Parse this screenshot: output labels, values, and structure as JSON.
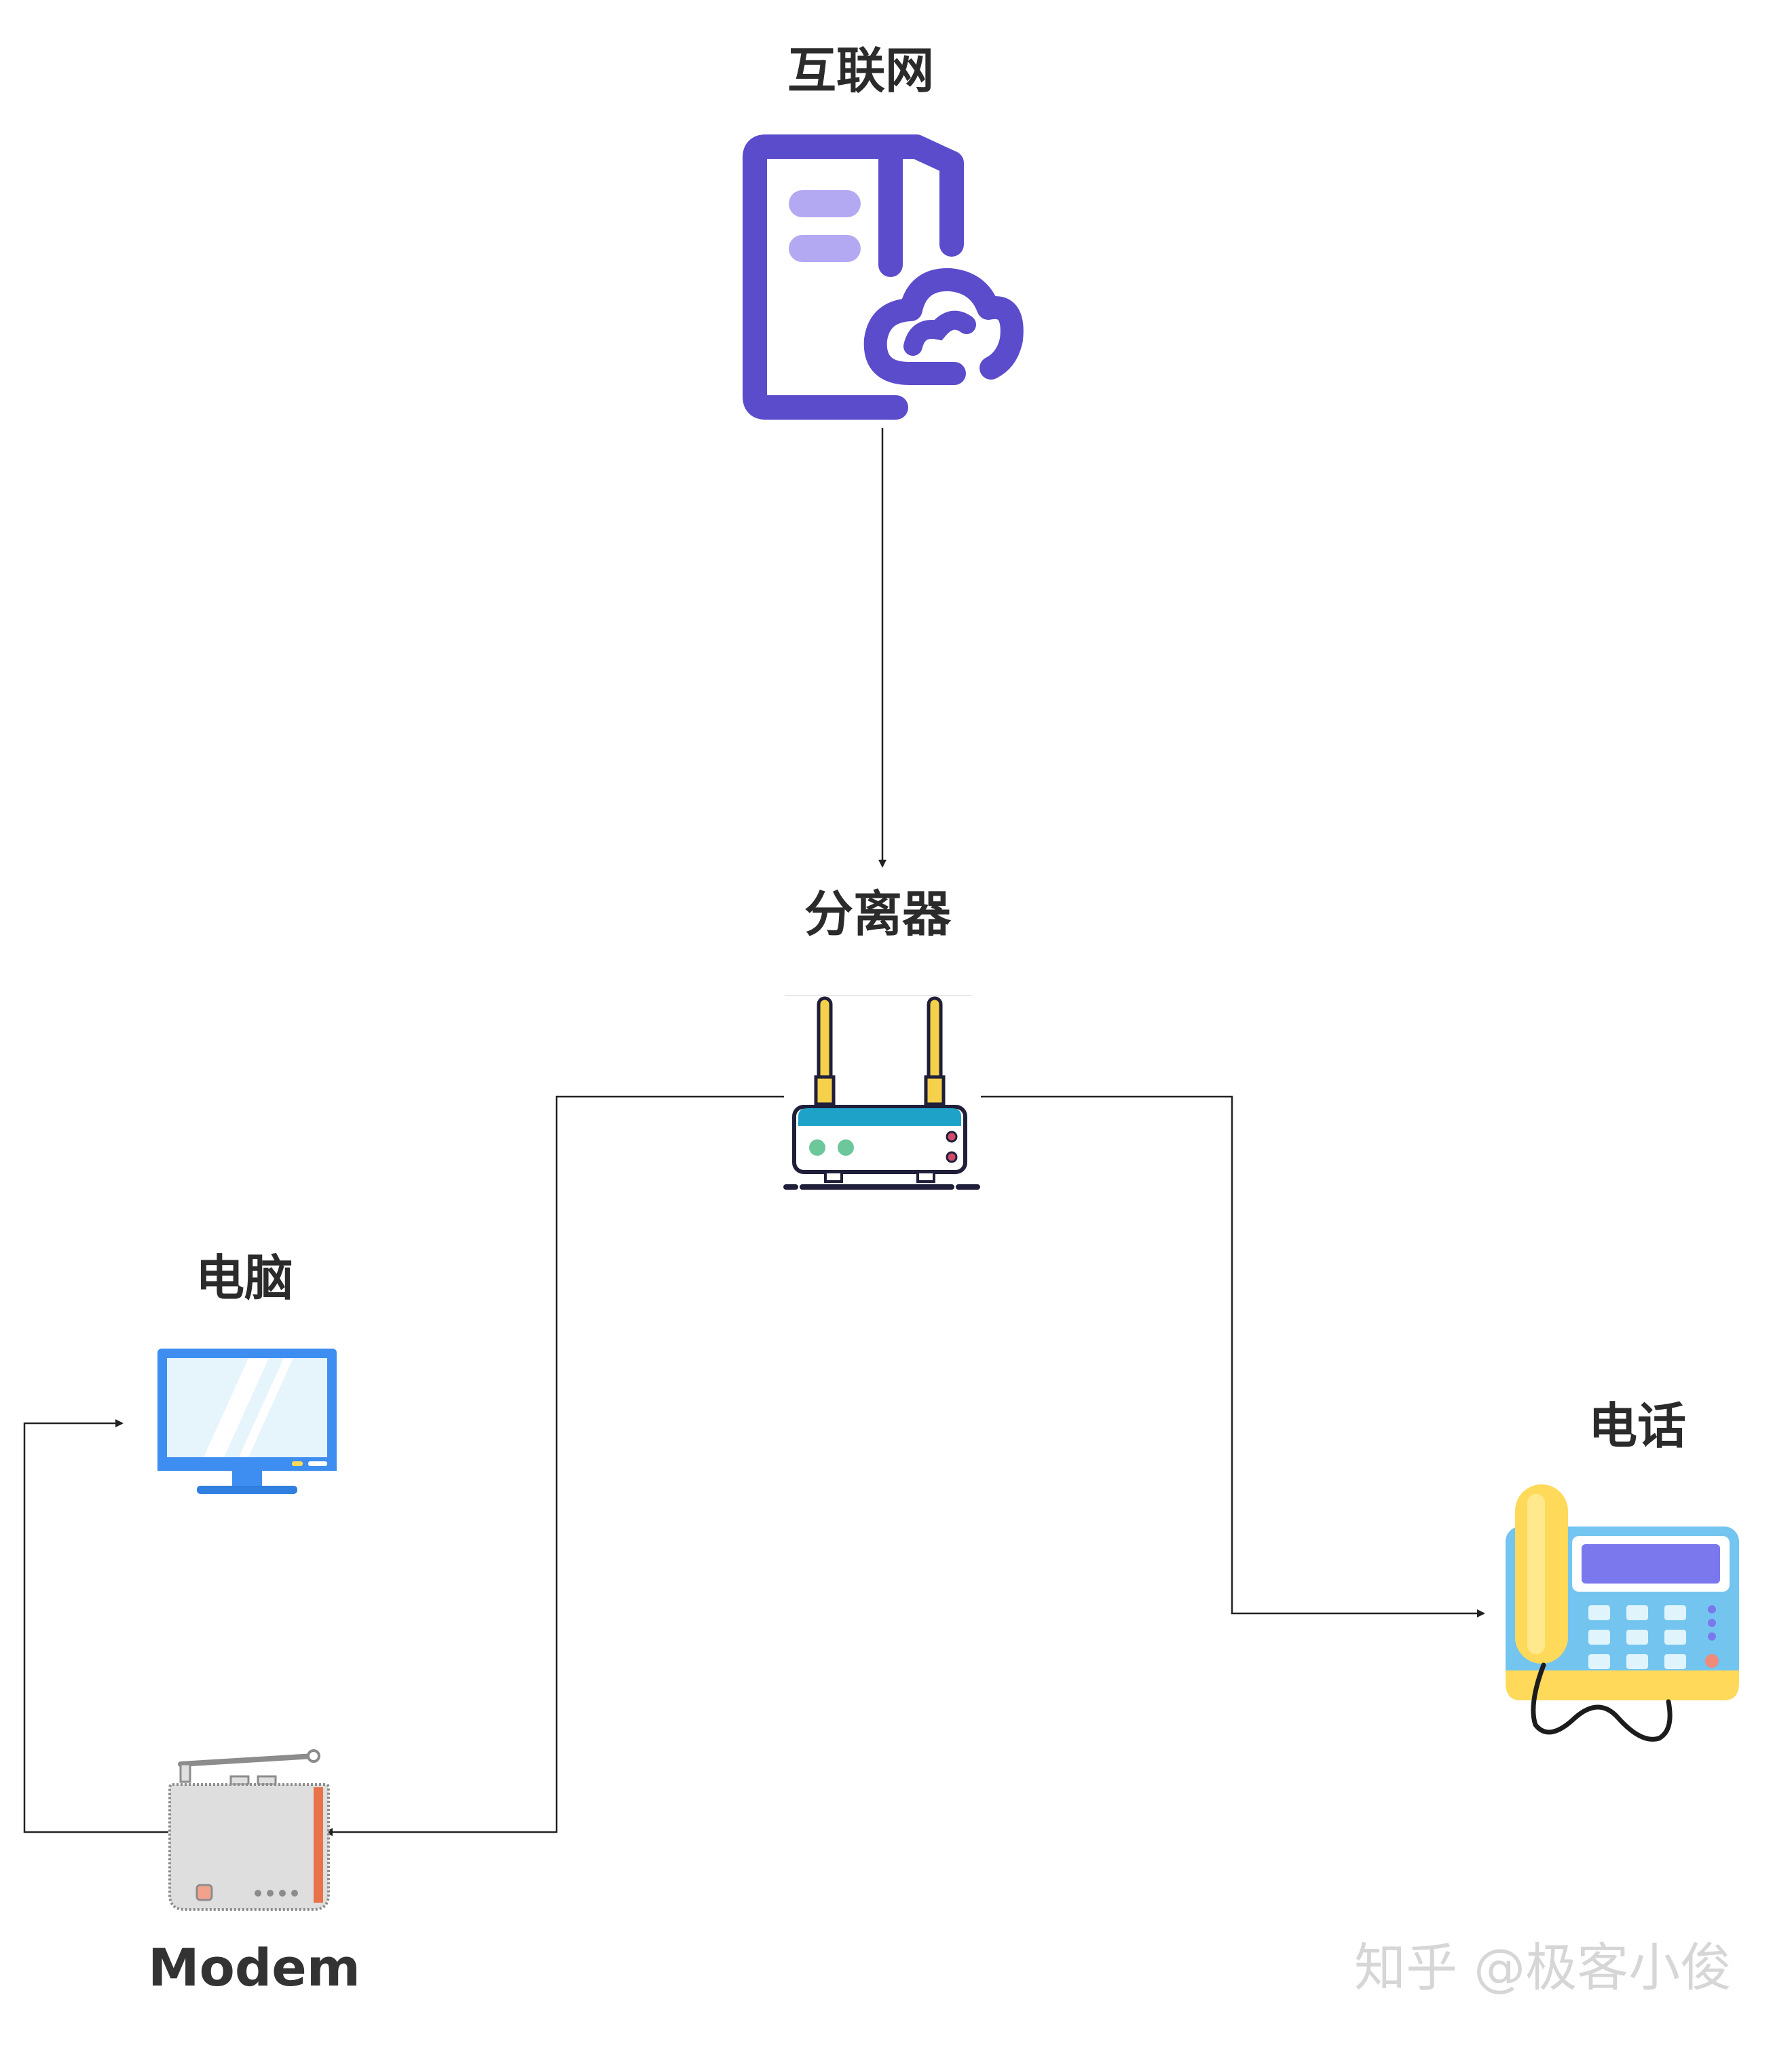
{
  "nodes": {
    "internet": {
      "label": "互联网",
      "icon": "cloud-server-icon"
    },
    "splitter": {
      "label": "分离器",
      "icon": "router-icon"
    },
    "computer": {
      "label": "电脑",
      "icon": "monitor-icon"
    },
    "phone": {
      "label": "电话",
      "icon": "telephone-icon"
    },
    "modem": {
      "label": "Modem",
      "icon": "modem-icon"
    }
  },
  "edges": [
    {
      "from": "internet",
      "to": "splitter"
    },
    {
      "from": "splitter",
      "to": "modem"
    },
    {
      "from": "splitter",
      "to": "phone"
    },
    {
      "from": "modem",
      "to": "computer"
    }
  ],
  "watermark": "知乎 @极客小俊",
  "colors": {
    "line": "#222222",
    "server_purple": "#5b4ccc",
    "server_light": "#b3a9f2",
    "router_yellow": "#f5d04a",
    "router_teal": "#1fa2c8",
    "monitor_blue": "#3d8ef0",
    "phone_blue": "#74c4f0",
    "phone_yellow": "#ffd95a",
    "modem_gray": "#dedede",
    "modem_orange": "#e8734a"
  }
}
